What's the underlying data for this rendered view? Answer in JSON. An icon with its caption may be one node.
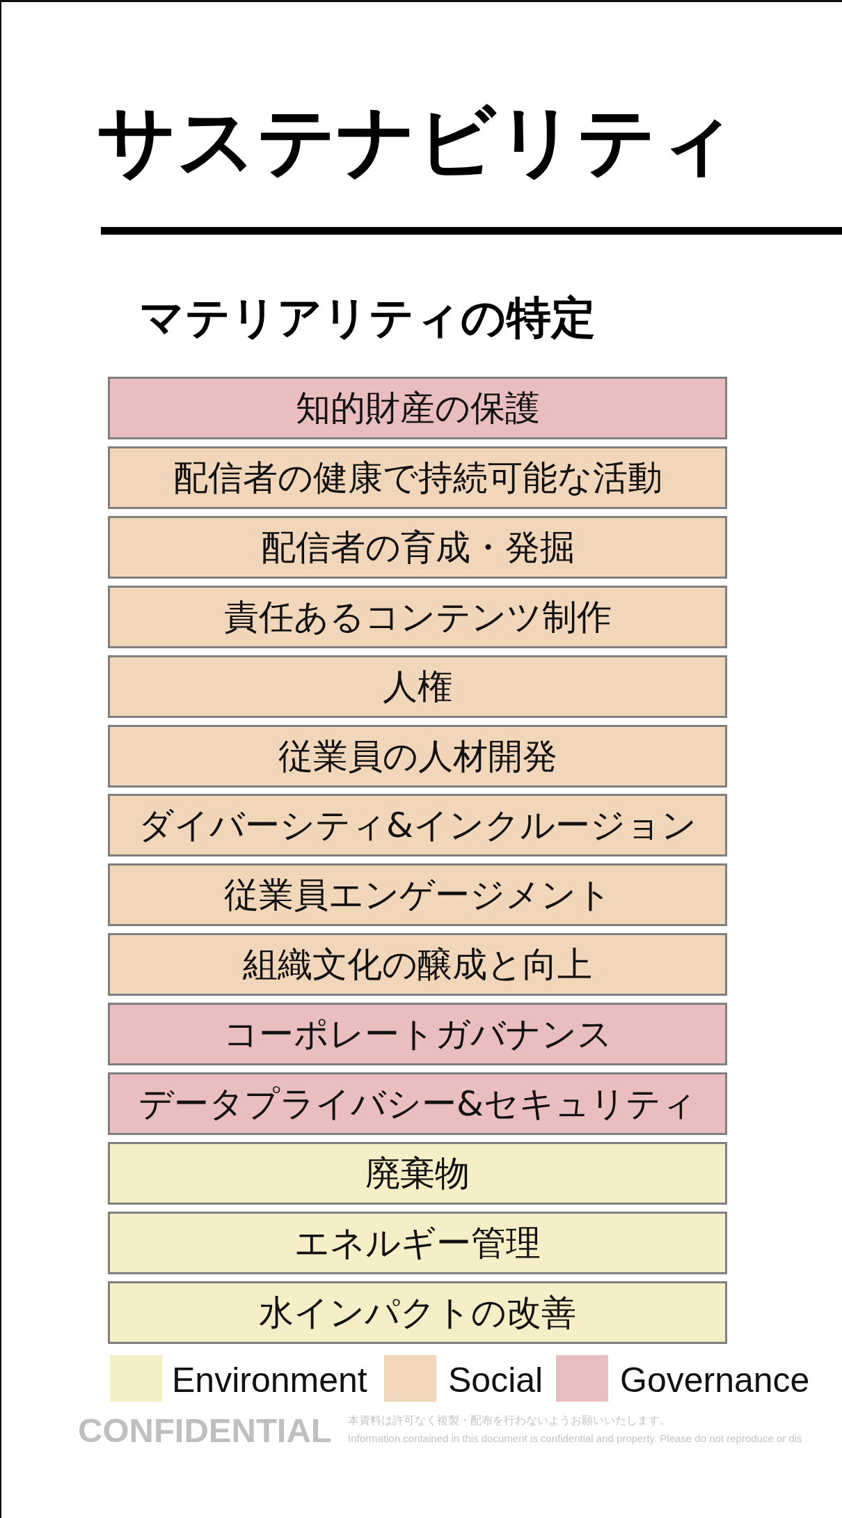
{
  "diagram": {
    "title": "サステナビリティ",
    "nodes": [
      {
        "text": [
          "知的財産の保護"
        ]
      },
      {
        "text": [
          "配信者の健康で持続可能な活動"
        ]
      },
      {
        "text": [
          "配信者の育成・発掘"
        ]
      },
      {
        "text": [
          "責任あるコンテンツ制作"
        ]
      },
      {
        "text": [
          "人権"
        ]
      },
      {
        "text": [
          "従業員の人材開発"
        ]
      },
      {
        "text": [
          "ダイバーシティ&インクルージョン"
        ]
      },
      {
        "text": [
          "従業員エンゲージメント"
        ]
      },
      {
        "text": [
          "組織文化の醸成と向上"
        ]
      },
      {
        "text": [
          "コーポレートガバナンス"
        ]
      },
      {
        "text": [
          "データプライバシー&セキュリティ"
        ]
      },
      {
        "text": [
          "廃棄物"
        ]
      },
      {
        "text": [
          "エネルギー管理"
        ]
      },
      {
        "text": [
          "水インパクトの改善"
        ]
      }
    ],
    "labels": [
      "マテリアリティの特定",
      "CONFIDENTIAL",
      "本資料は許可なく複製・配布を行わないようお願いいたします。",
      "Information contained in this document is confidential and property. Please do not reproduce or dis"
    ],
    "legend": [
      {
        "text": "Environment",
        "color": "#f6eec6"
      },
      {
        "text": "Social",
        "color": "#f1d6b9"
      },
      {
        "text": "Governance",
        "color": "#eabebe"
      }
    ]
  }
}
